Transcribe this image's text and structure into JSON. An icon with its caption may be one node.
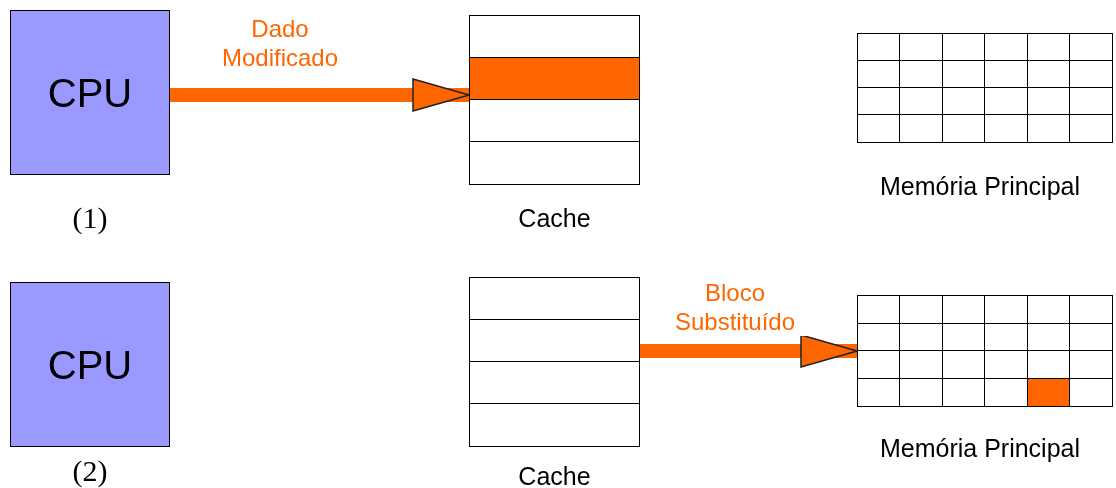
{
  "diagram": {
    "nodes": [
      {
        "text": [
          "CPU"
        ],
        "beside": [
          "(1)"
        ]
      },
      {
        "text": [],
        "shape": "box",
        "beside": [
          "Cache"
        ]
      },
      {
        "text": [],
        "shape": "box",
        "beside": [
          "Memória Principal"
        ]
      },
      {
        "text": [
          "CPU"
        ],
        "beside": [
          "(2)"
        ]
      },
      {
        "text": [],
        "shape": "box",
        "beside": [
          "Cache"
        ]
      },
      {
        "text": [],
        "shape": "box",
        "beside": [
          "Memória Principal"
        ]
      }
    ],
    "edges": [
      {
        "from": 0,
        "to": 1,
        "arrow": "to",
        "label": "Dado Modificado"
      },
      {
        "from": 4,
        "to": 5,
        "arrow": "to",
        "label": "Bloco Substituído"
      }
    ]
  }
}
